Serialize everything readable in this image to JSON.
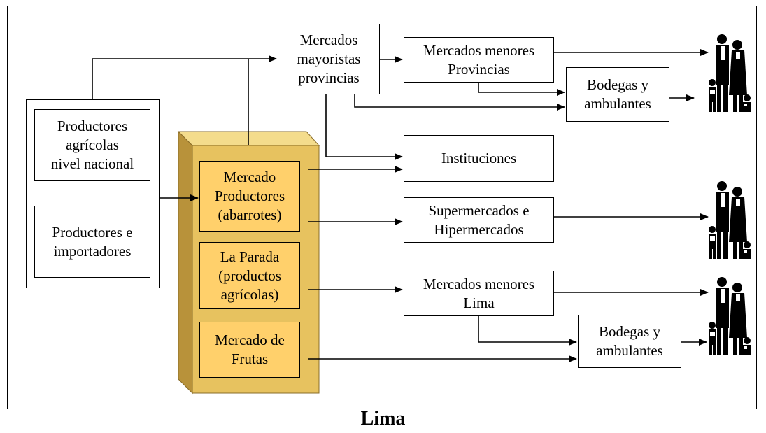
{
  "nodes": {
    "productores_nacional": "Productores\nagrícolas\nnivel nacional",
    "productores_importadores": "Productores e\nimportadores",
    "mercado_productores": "Mercado\nProductores\n(abarrotes)",
    "la_parada": "La Parada\n(productos\nagrícolas)",
    "mercado_frutas": "Mercado de\nFrutas",
    "mayoristas_provincias": "Mercados\nmayoristas\nprovincias",
    "menores_provincias": "Mercados menores\nProvincias",
    "bodegas_provincias": "Bodegas y\nambulantes",
    "instituciones": "Instituciones",
    "supermercados": "Supermercados e\nHipermercados",
    "menores_lima": "Mercados menores\nLima",
    "bodegas_lima": "Bodegas y\nambulantes"
  },
  "caption": "Lima",
  "colors": {
    "warehouse_fill": "#e7c25f",
    "warehouse_dark": "#b8923a",
    "warehouse_light": "#f4dc8c",
    "market_fill": "#ffd06b"
  },
  "icons": [
    "family-icon",
    "family-icon",
    "family-icon"
  ]
}
